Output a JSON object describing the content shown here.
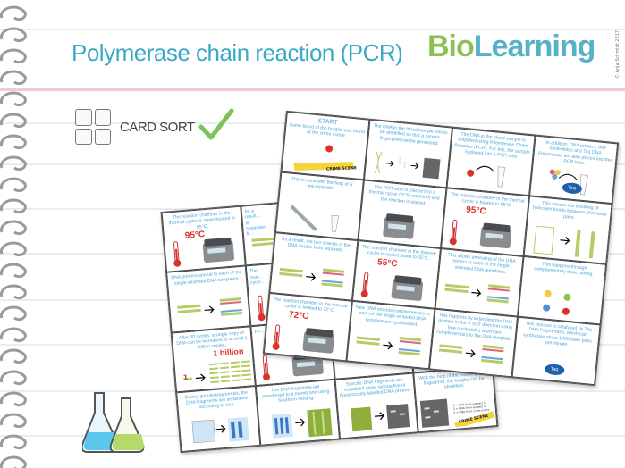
{
  "header": {
    "title": "Polymerase chain reaction (PCR)",
    "logo": {
      "part1": "Bio",
      "part2": "Learning"
    },
    "copyright": "© Anja Schmidt 2017"
  },
  "activity": {
    "label": "CARD SORT",
    "icon": "card-sort-icon",
    "status_icon": "checkmark-icon",
    "accent": "#8cc152"
  },
  "colors": {
    "title": "#3aa9c6",
    "card_text": "#4aa6d8",
    "temperature": "#d9342b",
    "rule": "#e6eef4",
    "margin_line": "#f2c9d6"
  },
  "back_sheet": {
    "cards": [
      {
        "text": "The reaction chamber in the thermal cycler is again heated to 95°C.",
        "temp": "95°C",
        "ill": "cycler-thermo"
      },
      {
        "text": "As a result … is separated fr…",
        "ill": "strands"
      },
      {
        "text": ""
      },
      {
        "text": ""
      },
      {
        "text": "DNA primers anneal to each of the single-stranded DNA templates.",
        "ill": "strands"
      },
      {
        "text": "The reac… cycle…",
        "ill": "thermo"
      },
      {
        "text": ""
      },
      {
        "text": ""
      },
      {
        "text": "After 30 cycles, a single copy of DNA can be increased to around 1 billion copies.",
        "big": "1 billion",
        "small": "1",
        "ill": "copies"
      },
      {
        "text": "Fo… th…",
        "temp": "",
        "ill": "cycler-thermo"
      },
      {
        "text": ""
      },
      {
        "text": ""
      },
      {
        "text": "During gel electrophoresis, the DNA fragments are separated according to size.",
        "ill": "gel"
      },
      {
        "text": "The DNA fragments are transferred to a membrane using Southern blotting.",
        "ill": "blot"
      },
      {
        "text": "Specific DNA fragments are visualised using radioactive or fluorescently labelled DNA probes.",
        "ill": "probe"
      },
      {
        "text": "With the help of the resulting DNA fingerprint, the burglar can be identified.",
        "ill": "fingerprint",
        "legend": [
          "1 = DNA from suspect 1",
          "2 = DNA from suspect 2",
          "3 = DNA from crime scene"
        ],
        "tape": "CRIME SCENE"
      }
    ]
  },
  "front_sheet": {
    "cards": [
      {
        "head": "START",
        "text": "Some blood of the burglar was found at the crime scene.",
        "ill": "crime",
        "tape": "CRIME SCENE"
      },
      {
        "text": "The DNA in the blood sample has to be amplified so that a genetic fingerprint can be generated.",
        "ill": "amplify"
      },
      {
        "text": "The DNA in the blood sample is amplified using Polymerase Chain Reaction (PCR). For this, the sample is placed into a PCR tube.",
        "ill": "tube"
      },
      {
        "text": "In addition, DNA primers, free nucleotides and Taq DNA Polymerase are also placed into the PCR tube.",
        "ill": "taq-tube",
        "taq": "Taq"
      },
      {
        "text": "This is done with the help of a micropipette.",
        "ill": "pipette"
      },
      {
        "text": "The PCR tube is placed into a thermal cycler (PCR machine) and the reaction is started.",
        "ill": "cycler"
      },
      {
        "text": "The reaction chamber in the thermal cycler is heated to 95°C.",
        "temp": "95°C",
        "ill": "cycler-thermo"
      },
      {
        "text": "This causes the breaking of hydrogen bonds between DNA base pairs.",
        "ill": "bases"
      },
      {
        "text": "As a result, the two strands of the DNA double helix separate.",
        "ill": "strands"
      },
      {
        "text": "The reaction chamber in the thermal cycler is cooled down to 55°C.",
        "temp": "55°C",
        "ill": "cycler-thermo"
      },
      {
        "text": "This allows annealing of the DNA primers to each of the single-stranded DNA templates.",
        "ill": "strands"
      },
      {
        "text": "This happens through complementary base pairing.",
        "ill": "molecules"
      },
      {
        "text": "The reaction chamber in the thermal cycler is heated to 72°C.",
        "temp": "72°C",
        "ill": "cycler-thermo"
      },
      {
        "text": "New DNA strands complementary to each of the single-stranded DNA template are synthesised.",
        "ill": "strands"
      },
      {
        "text": "This happens by extending the DNA primers in the 5' to 3' direction using free nucleotides which are complementary to the DNA template.",
        "ill": "extend"
      },
      {
        "text": "This process is catalysed by Taq DNA Polymerase, which can synthesise about 1000 base pairs per minute.",
        "ill": "taq",
        "taq": "Taq"
      }
    ]
  }
}
